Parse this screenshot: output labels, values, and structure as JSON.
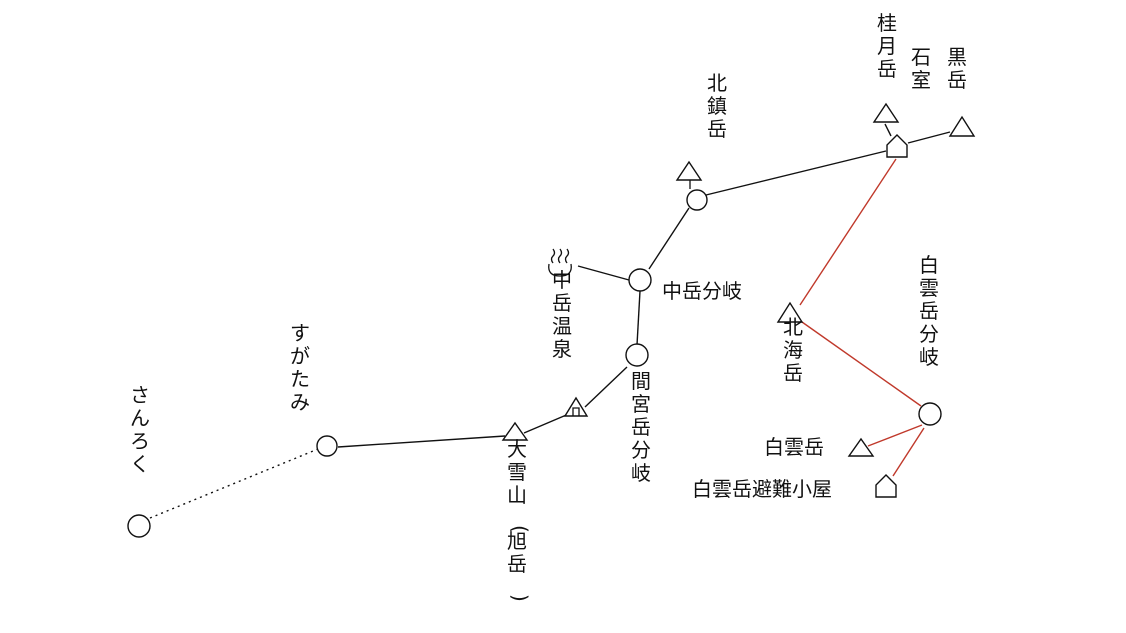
{
  "colors": {
    "background": "#ffffff",
    "trail": "#111111",
    "ropeway": "#111111",
    "red_trail": "#c0392b",
    "ink": "#111111"
  },
  "places": {
    "sanroku": "さんろく",
    "sugatami": "すがたみ",
    "daisetsuzan": "大雪山(旭岳)",
    "mamiya_bunki": "間宮岳分岐",
    "nakadake_onsen": "中岳温泉",
    "nakadake_bunki": "中岳分岐",
    "hokuchindake": "北鎮岳",
    "keigetsudake": "桂月岳",
    "sekishitsu": "石室",
    "kurodake": "黒岳",
    "hokkaidake": "北海岳",
    "hakuundake_bunki": "白雲岳分岐",
    "hakuundake": "白雲岳",
    "hakuundake_hinangoya": "白雲岳避難小屋"
  },
  "icons": {
    "junction": "circle-junction-icon",
    "peak": "triangle-peak-icon",
    "hut": "hut-icon",
    "onsen": "hot-spring-icon"
  }
}
